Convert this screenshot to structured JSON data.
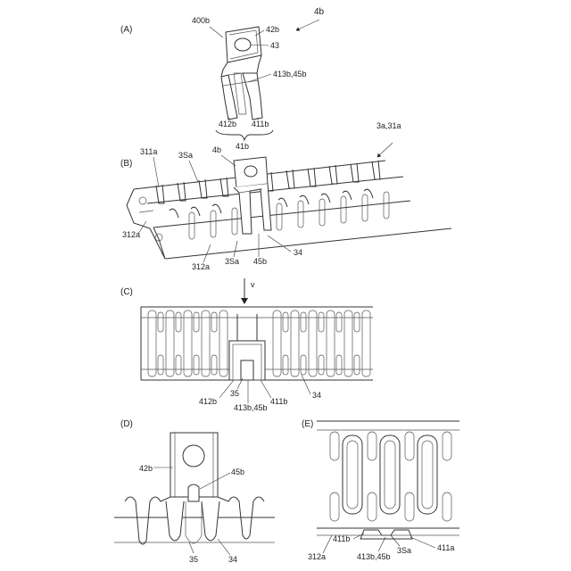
{
  "panels": {
    "A": {
      "label": "(A)",
      "ref": "4b",
      "labels": {
        "l400b": "400b",
        "l42b": "42b",
        "l43": "43",
        "l413b45b": "413b,45b",
        "l412b": "412b",
        "l411b": "411b",
        "l41b": "41b"
      }
    },
    "B": {
      "label": "(B)",
      "ref": "3a,31a",
      "labels": {
        "l311a": "311a",
        "l3Sa_top": "3Sa",
        "l4b": "4b",
        "l312a_left": "312a",
        "l312a_bottom": "312a",
        "l3Sa_bottom": "3Sa",
        "l45b": "45b",
        "l34": "34"
      }
    },
    "C": {
      "label": "(C)",
      "arrow_label": "v",
      "labels": {
        "l412b": "412b",
        "l35": "35",
        "l413b45b": "413b,45b",
        "l411b": "411b",
        "l34": "34"
      }
    },
    "D": {
      "label": "(D)",
      "labels": {
        "l42b": "42b",
        "l45b": "45b",
        "l35": "35",
        "l34": "34"
      }
    },
    "E": {
      "label": "(E)",
      "labels": {
        "l411b": "411b",
        "l413b45b": "413b,45b",
        "l3Sa": "3Sa",
        "l411a": "411a",
        "l312a": "312a"
      }
    }
  }
}
